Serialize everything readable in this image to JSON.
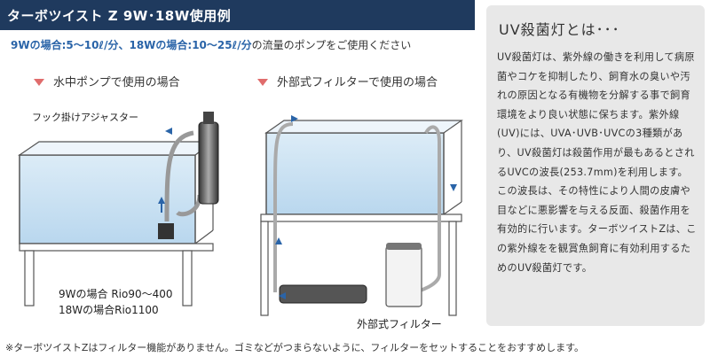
{
  "header": {
    "title": "ターボツイスト Z 9W･18W使用例"
  },
  "flow_line": {
    "highlight": "9Wの場合:5～10ℓ/分、18Wの場合:10～25ℓ/分",
    "rest": "の流量のポンプをご使用ください"
  },
  "sections": {
    "submersible": "水中ポンプで使用の場合",
    "external": "外部式フィルターで使用の場合"
  },
  "labels": {
    "hook_adjuster": "フック掛けアジャスター",
    "rio_9w": "9Wの場合 Rio90～400",
    "rio_18w": "18Wの場合Rio1100",
    "external_filter": "外部式フィルター"
  },
  "uv_box": {
    "title": "UV殺菌灯とは･･･",
    "body": "UV殺菌灯は、紫外線の働きを利用して病原菌やコケを抑制したり、飼育水の臭いや汚れの原因となる有機物を分解する事で飼育環境をより良い状態に保ちます。紫外線(UV)には、UVA･UVB･UVCの3種類があり、UV殺菌灯は殺菌作用が最もあるとされるUVCの波長(253.7mm)を利用します。この波長は、その特性により人間の皮膚や目などに悪影響を与える反面、殺菌作用を有効的に行います。ターボツイストZは、この紫外線をを観賞魚飼育に有効利用するためのUV殺菌灯です。"
  },
  "footnote": "※ターボツイストZはフィルター機能がありません。ゴミなどがつまらないように、フィルターをセットすることをおすすめします。",
  "colors": {
    "header_bg": "#1f3a5e",
    "accent_blue": "#2a64a8",
    "triangle": "#e06c6c",
    "panel_bg": "#e8e8e8"
  }
}
